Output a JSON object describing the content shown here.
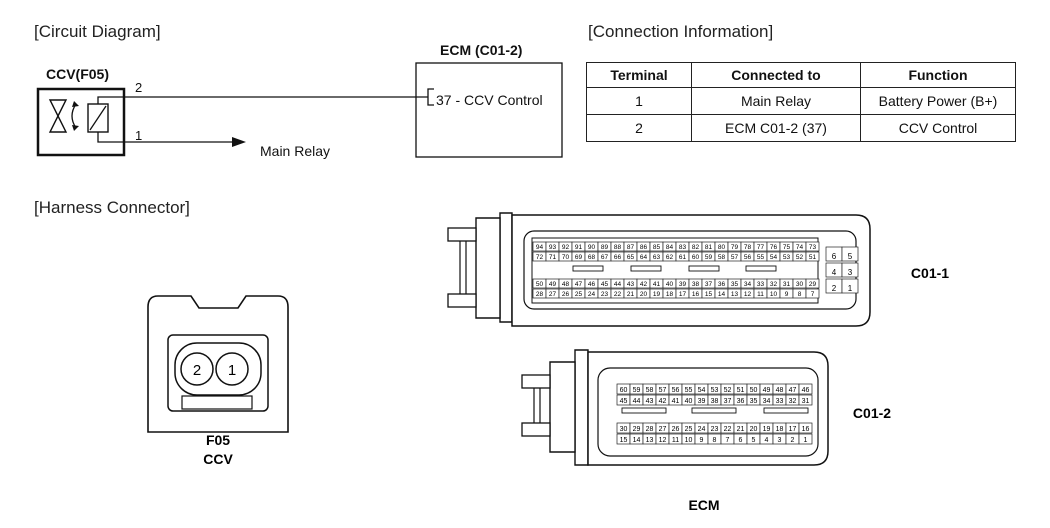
{
  "sections": {
    "circuit": "[Circuit Diagram]",
    "connection": "[Connection Information]",
    "harness": "[Harness Connector]"
  },
  "circuit": {
    "ccv_label": "CCV(F05)",
    "ecm_label": "ECM (C01-2)",
    "wire2_num": "2",
    "wire1_num": "1",
    "ecm_pin": "37 - CCV Control",
    "main_relay": "Main Relay"
  },
  "table": {
    "headers": [
      "Terminal",
      "Connected to",
      "Function"
    ],
    "rows": [
      [
        "1",
        "Main Relay",
        "Battery Power (B+)"
      ],
      [
        "2",
        "ECM C01-2 (37)",
        "CCV Control"
      ]
    ]
  },
  "harness": {
    "f05_pin_left": "2",
    "f05_pin_right": "1",
    "f05_name": "F05",
    "f05_sub": "CCV",
    "c01_1_label": "C01-1",
    "c01_2_label": "C01-2",
    "ecm_label": "ECM"
  },
  "c01_1_pins": {
    "top_row1": [
      "94",
      "93",
      "92",
      "91",
      "90",
      "89",
      "88",
      "87",
      "86",
      "85",
      "84",
      "83",
      "82",
      "81",
      "80",
      "79",
      "78",
      "77",
      "76",
      "75",
      "74",
      "73"
    ],
    "top_row2": [
      "72",
      "71",
      "70",
      "69",
      "68",
      "67",
      "66",
      "65",
      "64",
      "63",
      "62",
      "61",
      "60",
      "59",
      "58",
      "57",
      "56",
      "55",
      "54",
      "53",
      "52",
      "51"
    ],
    "bot_row1": [
      "50",
      "49",
      "48",
      "47",
      "46",
      "45",
      "44",
      "43",
      "42",
      "41",
      "40",
      "39",
      "38",
      "37",
      "36",
      "35",
      "34",
      "33",
      "32",
      "31",
      "30",
      "29"
    ],
    "bot_row2": [
      "28",
      "27",
      "26",
      "25",
      "24",
      "23",
      "22",
      "21",
      "20",
      "19",
      "18",
      "17",
      "16",
      "15",
      "14",
      "13",
      "12",
      "11",
      "10",
      "9",
      "8",
      "7"
    ],
    "side_pins": [
      [
        "6",
        "5"
      ],
      [
        "4",
        "3"
      ],
      [
        "2",
        "1"
      ]
    ]
  },
  "c01_2_pins": {
    "top_row1": [
      "60",
      "59",
      "58",
      "57",
      "56",
      "55",
      "54",
      "53",
      "52",
      "51",
      "50",
      "49",
      "48",
      "47",
      "46"
    ],
    "top_row2": [
      "45",
      "44",
      "43",
      "42",
      "41",
      "40",
      "39",
      "38",
      "37",
      "36",
      "35",
      "34",
      "33",
      "32",
      "31"
    ],
    "bot_row1": [
      "30",
      "29",
      "28",
      "27",
      "26",
      "25",
      "24",
      "23",
      "22",
      "21",
      "20",
      "19",
      "18",
      "17",
      "16"
    ],
    "bot_row2": [
      "15",
      "14",
      "13",
      "12",
      "11",
      "10",
      "9",
      "8",
      "7",
      "6",
      "5",
      "4",
      "3",
      "2",
      "1"
    ]
  }
}
